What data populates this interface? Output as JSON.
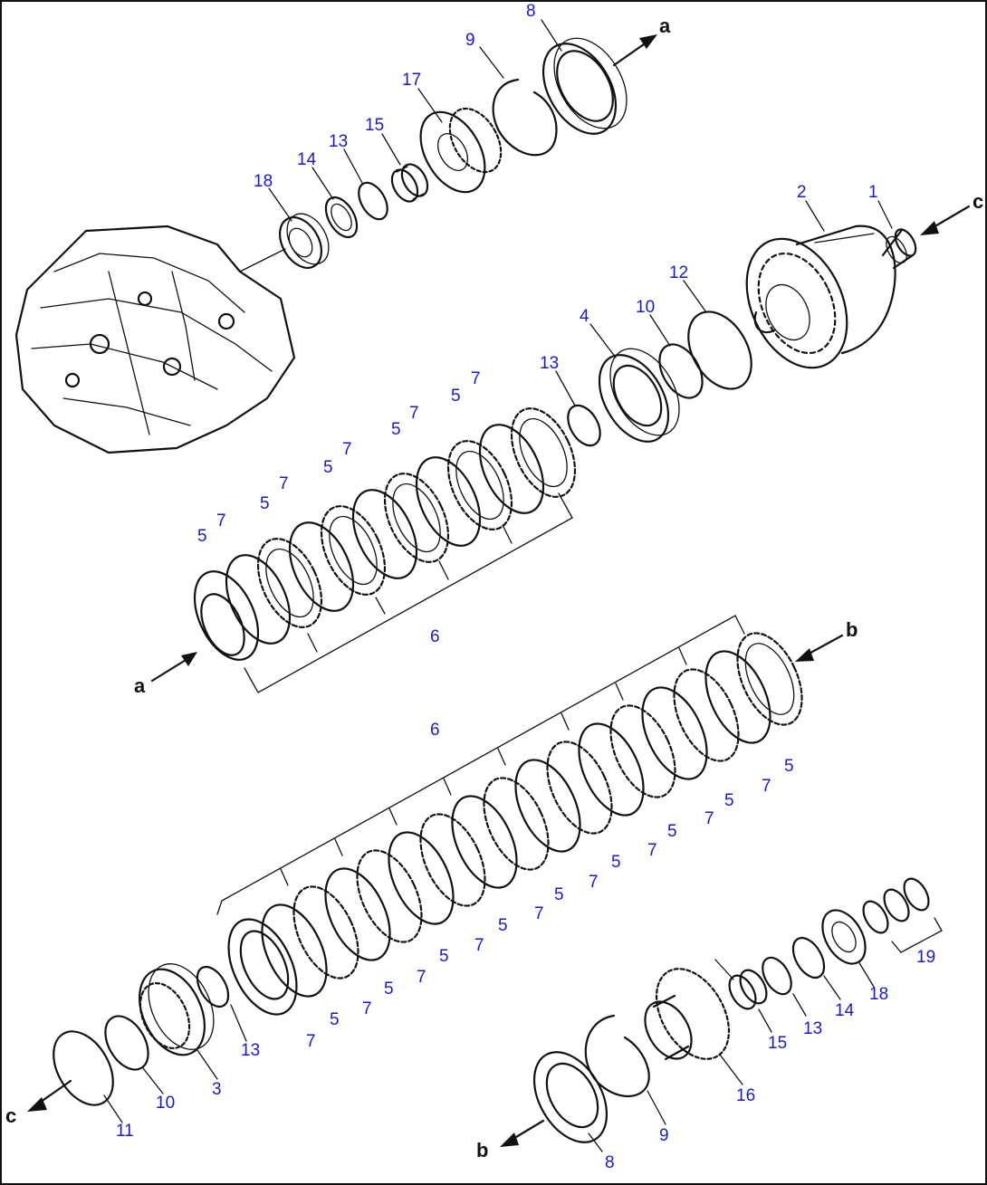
{
  "labels": {
    "p1": "1",
    "p2": "2",
    "p3": "3",
    "p4": "4",
    "p5": "5",
    "p6": "6",
    "p7": "7",
    "p8": "8",
    "p9": "9",
    "p10": "10",
    "p11": "11",
    "p12": "12",
    "p13": "13",
    "p14": "14",
    "p15": "15",
    "p16": "16",
    "p17": "17",
    "p18": "18",
    "p19": "19"
  },
  "refs": {
    "a": "a",
    "b": "b",
    "c": "c"
  },
  "colors": {
    "ink": "#111111",
    "label": "#1a1acc",
    "background": "#ffffff"
  }
}
